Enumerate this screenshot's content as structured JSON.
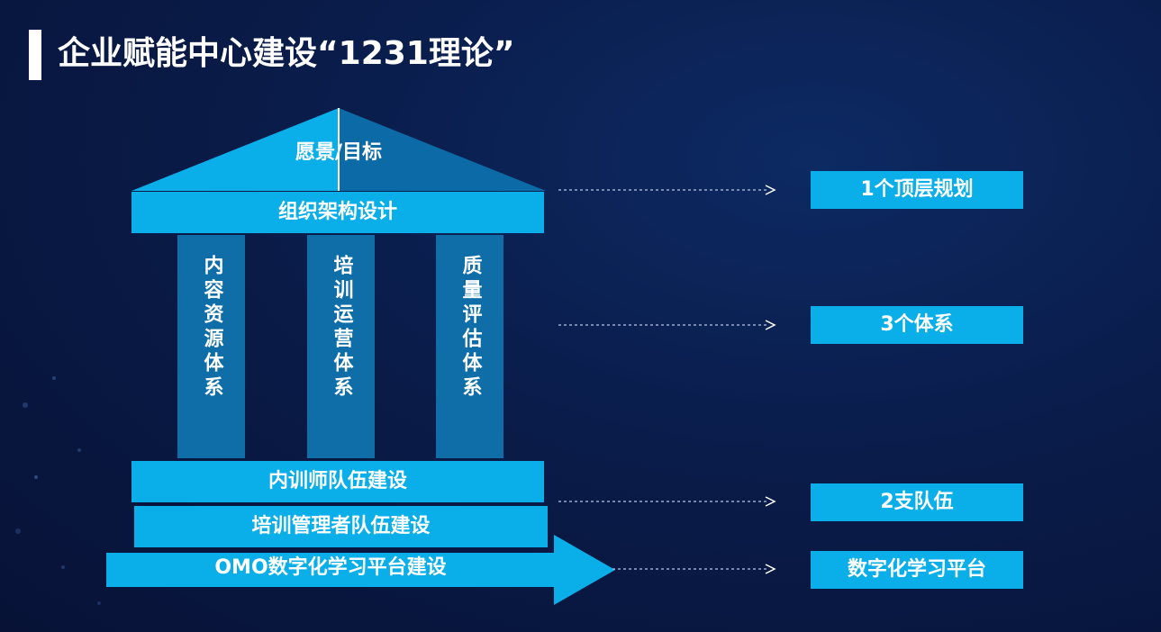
{
  "page": {
    "title": "企业赋能中心建设“1231理论”"
  },
  "house": {
    "roof": "愿景/目标",
    "top_beam": "组织架构设计",
    "pillars": [
      "内容资源体系",
      "培训运营体系",
      "质量评估体系"
    ],
    "base_beams": [
      "内训师队伍建设",
      "培训管理者队伍建设"
    ],
    "platform_arrow": "OMO数字化学习平台建设"
  },
  "outcomes": [
    "1个顶层规划",
    "3个体系",
    "2支队伍",
    "数字化学习平台"
  ],
  "colors": {
    "accent": "#0aaee8",
    "pillar": "#0f6ea8",
    "roof_dark": "#0c6aa6",
    "background": "#0a1c4a"
  }
}
